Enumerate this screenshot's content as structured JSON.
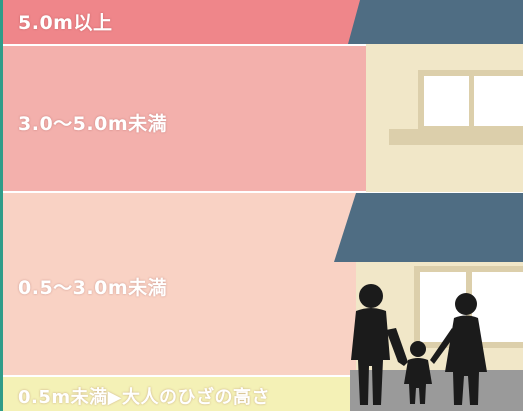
{
  "bands": [
    {
      "label": "5.0m以上",
      "color": "#ef868a",
      "text_color": "#ffffff"
    },
    {
      "label": "3.0〜5.0m未満",
      "color": "#f3b0ac",
      "text_color": "#ffffff"
    },
    {
      "label": "0.5〜3.0m未満",
      "color": "#f9d2c4",
      "text_color": "#ffffff"
    },
    {
      "label": "0.5m未満▶大人のひざの高さ",
      "color": "#f4f1b6",
      "text_color": "#ffffff"
    }
  ],
  "colors": {
    "roof": "#4f6d83",
    "wall": "#f1e7c8",
    "trim": "#dccfab",
    "window": "#ffffff",
    "silhouette": "#1b1b1b",
    "accent_edge": "#2f9c88"
  },
  "icons": [
    "house-icon",
    "family-silhouette-icon"
  ]
}
